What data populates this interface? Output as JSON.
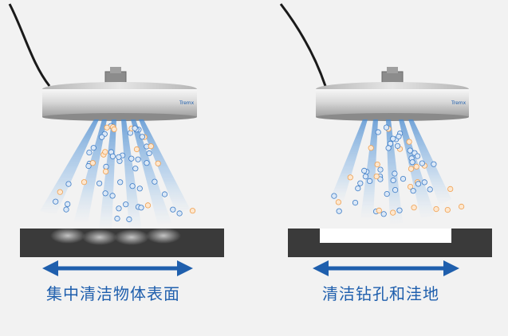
{
  "panels": [
    {
      "caption": "集中清洁物体表面",
      "device_brand": "Tremx",
      "colors": {
        "beam": "#5b9bd6",
        "surface": "#3a3a3a",
        "arrow": "#1f5fad"
      }
    },
    {
      "caption": "清洁钻孔和洼地",
      "device_brand": "Tremx",
      "colors": {
        "beam": "#5b9bd6",
        "surface": "#3a3a3a",
        "cavity": "#ffffff",
        "arrow": "#1f5fad"
      }
    }
  ],
  "ion_symbols": {
    "positive": "+",
    "negative": "−"
  },
  "ion_colors": {
    "positive": "#f0a050",
    "negative": "#3d7cc6"
  }
}
